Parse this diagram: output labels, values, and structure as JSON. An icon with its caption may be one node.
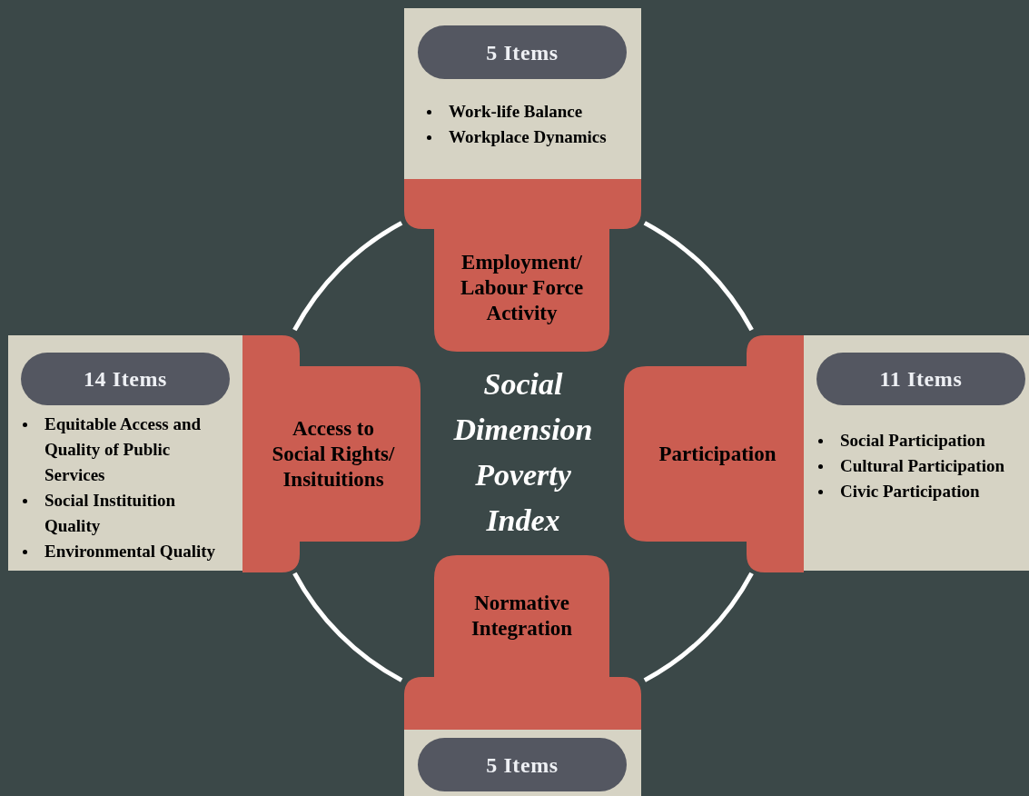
{
  "diagram": {
    "title": "Social Dimension Poverty Index",
    "nodes": [
      {
        "text": [
          "Work-life Balance",
          "Workplace Dynamics"
        ]
      },
      {
        "text": [
          "5 Items"
        ],
        "in": 0
      },
      {
        "text": [
          "Employment/ Labour Force Activity"
        ]
      },
      {
        "text": [
          "Equitable Access and Quality of Public Services",
          "Social Instituition Quality",
          "Environmental Quality"
        ]
      },
      {
        "text": [
          "14 Items"
        ],
        "in": 3
      },
      {
        "text": [
          "Access to Social Rights/ Insituitions"
        ]
      },
      {
        "text": [
          "Social Participation",
          "Cultural Participation",
          "Civic Participation"
        ]
      },
      {
        "text": [
          "11 Items"
        ],
        "in": 6
      },
      {
        "text": [
          "Participation"
        ]
      },
      {
        "text": [
          "Normative Integration"
        ]
      },
      {
        "text": [],
        "shape": "box"
      },
      {
        "text": [
          "5 Items"
        ],
        "in": 10
      }
    ],
    "edges": [
      {
        "from": 2,
        "to": 8,
        "arrow": "none"
      },
      {
        "from": 8,
        "to": 9,
        "arrow": "none"
      },
      {
        "from": 9,
        "to": 5,
        "arrow": "none"
      },
      {
        "from": 5,
        "to": 2,
        "arrow": "none"
      }
    ]
  }
}
